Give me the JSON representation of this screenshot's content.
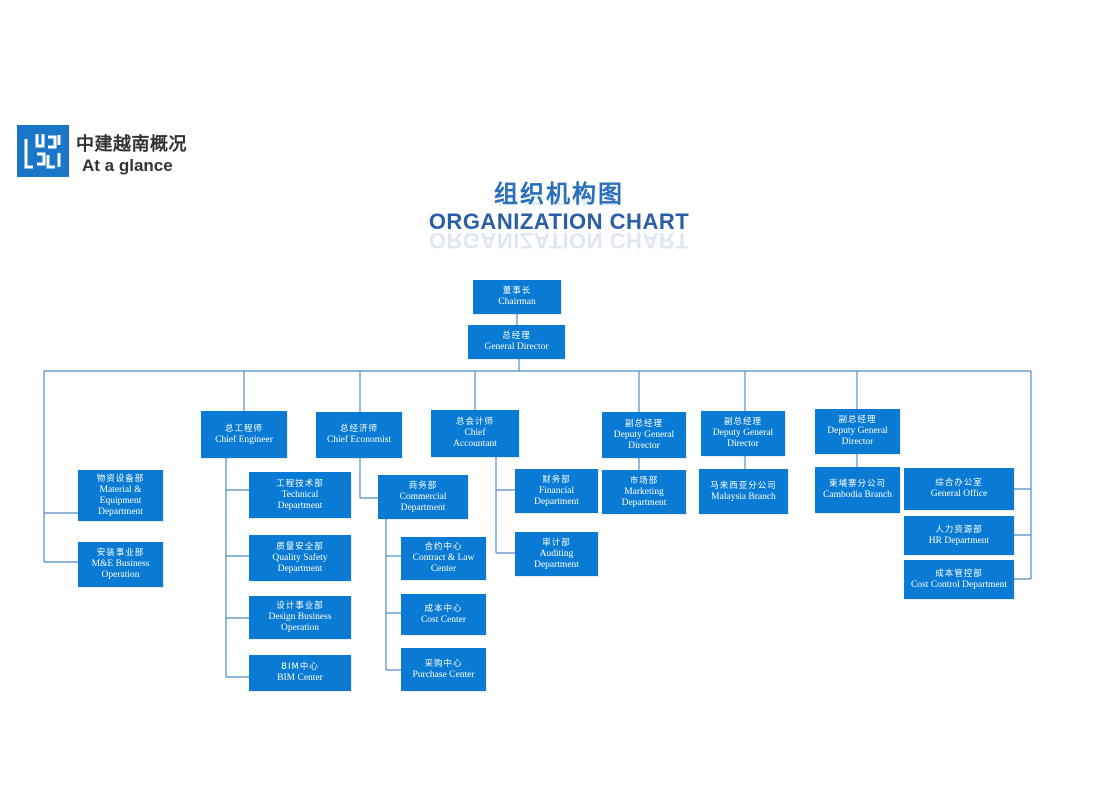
{
  "header": {
    "logo_icon": "cscec-logo-icon",
    "company_cn": "中建越南概况",
    "company_en": "At a glance"
  },
  "title": {
    "cn": "组织机构图",
    "en": "ORGANIZATION CHART"
  },
  "colors": {
    "box": "#0a7bd4",
    "line": "#4f8ac6",
    "title": "#2a6fba"
  },
  "org": {
    "chairman": {
      "cn": "董事长",
      "en": "Chairman"
    },
    "general_director": {
      "cn": "总经理",
      "en": "General Director"
    },
    "chief_engineer": {
      "cn": "总工程师",
      "en": "Chief Engineer"
    },
    "chief_economist": {
      "cn": "总经济师",
      "en": "Chief Economist"
    },
    "chief_accountant": {
      "cn": "总会计师",
      "en": "Chief Accountant"
    },
    "deputy_1": {
      "cn": "副总经理",
      "en": "Deputy General Director"
    },
    "deputy_2": {
      "cn": "副总经理",
      "en": "Deputy General Director"
    },
    "deputy_3": {
      "cn": "副总经理",
      "en": "Deputy General Director"
    },
    "material_equipment": {
      "cn": "物资设备部",
      "en": "Material & Equipment Department"
    },
    "me_business": {
      "cn": "安装事业部",
      "en": "M&E Business Operation"
    },
    "technical": {
      "cn": "工程技术部",
      "en": "Technical Department"
    },
    "quality_safety": {
      "cn": "质量安全部",
      "en": "Quality Safety Department"
    },
    "design_business": {
      "cn": "设计事业部",
      "en": "Design Business Operation"
    },
    "bim_center": {
      "cn": "BIM中心",
      "en": "BIM Center"
    },
    "commercial": {
      "cn": "商务部",
      "en": "Commercial Department"
    },
    "contract_law": {
      "cn": "合约中心",
      "en": "Contract & Law Center"
    },
    "cost_center": {
      "cn": "成本中心",
      "en": "Cost Center"
    },
    "purchase_center": {
      "cn": "采购中心",
      "en": "Purchase Center"
    },
    "financial": {
      "cn": "财务部",
      "en": "Financial Department"
    },
    "auditing": {
      "cn": "审计部",
      "en": "Auditing Department"
    },
    "marketing": {
      "cn": "市场部",
      "en": "Marketing Department"
    },
    "malaysia": {
      "cn": "马来西亚分公司",
      "en": "Malaysia Branch"
    },
    "cambodia": {
      "cn": "柬埔寨分公司",
      "en": "Cambodia Branch"
    },
    "general_office": {
      "cn": "综合办公室",
      "en": "General Office"
    },
    "hr": {
      "cn": "人力资源部",
      "en": "HR Department"
    },
    "cost_control": {
      "cn": "成本管控部",
      "en": "Cost Control Department"
    }
  }
}
